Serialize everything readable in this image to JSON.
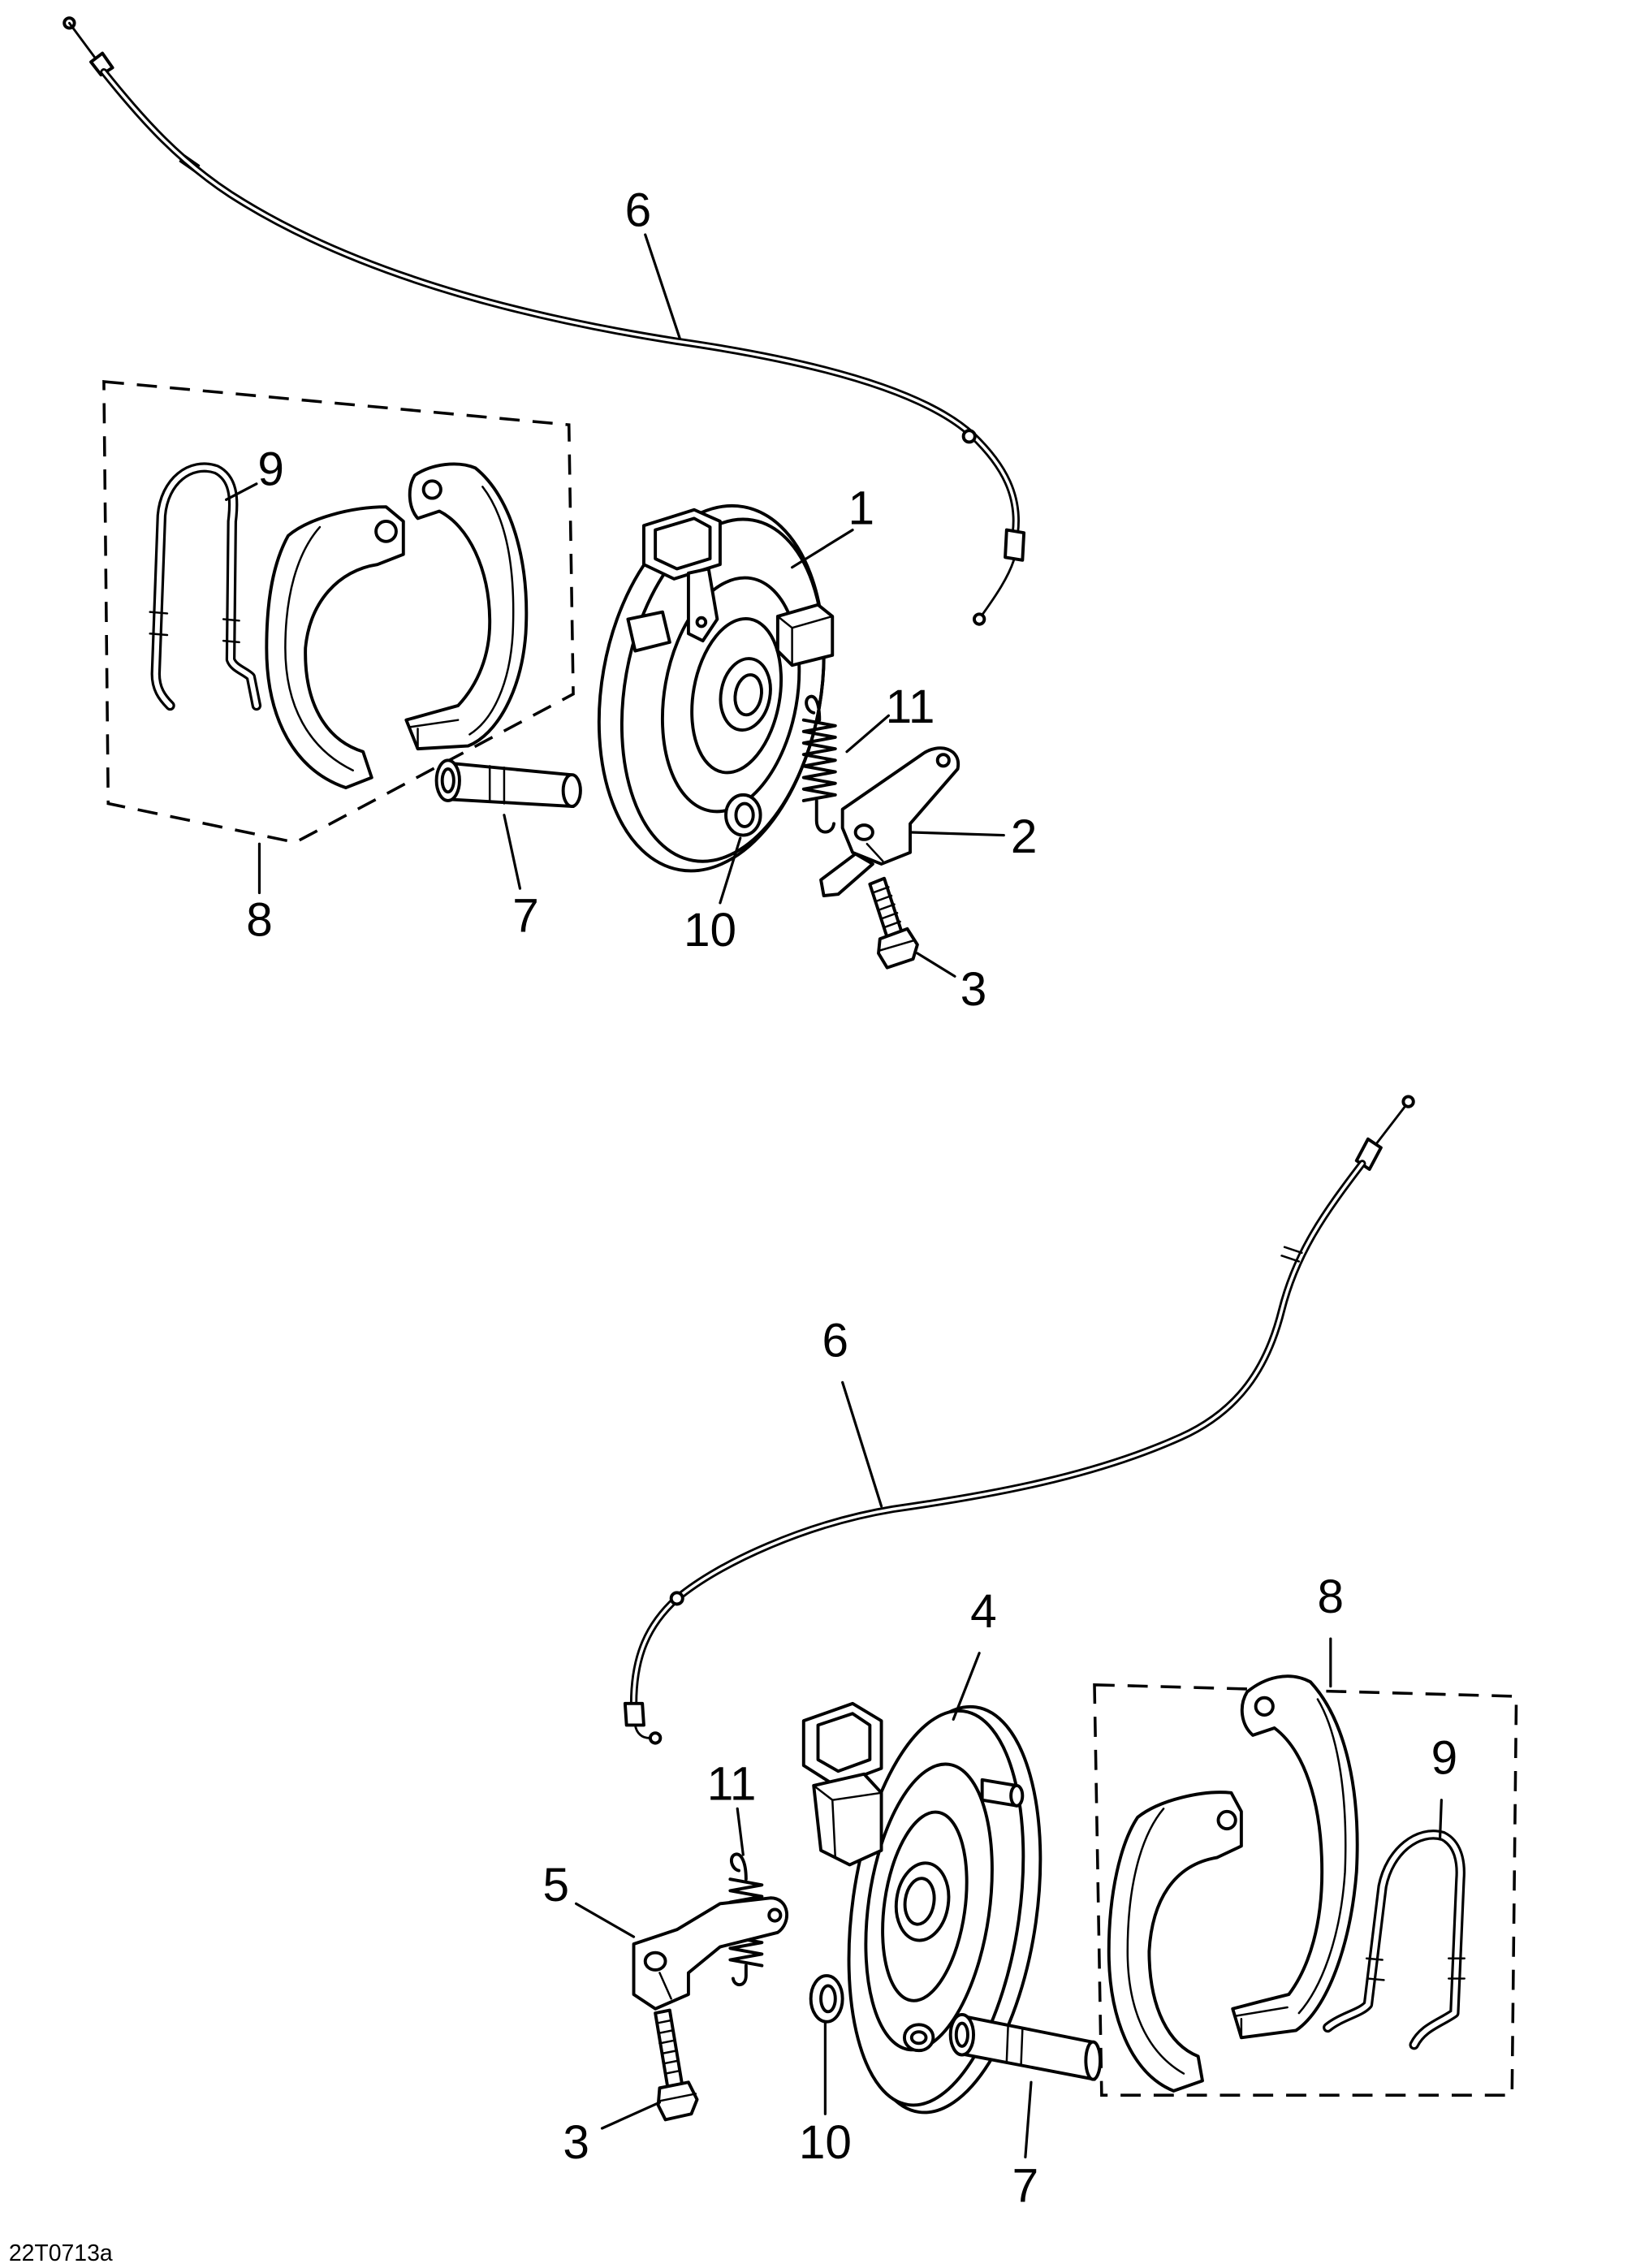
{
  "figure_code": "22T0713a",
  "colors": {
    "ink": "#000000",
    "paper": "#ffffff"
  },
  "upper_callouts": [
    "6",
    "9",
    "1",
    "11",
    "2",
    "8",
    "7",
    "10",
    "3"
  ],
  "lower_callouts": [
    "6",
    "8",
    "4",
    "9",
    "11",
    "5",
    "3",
    "10",
    "7"
  ]
}
